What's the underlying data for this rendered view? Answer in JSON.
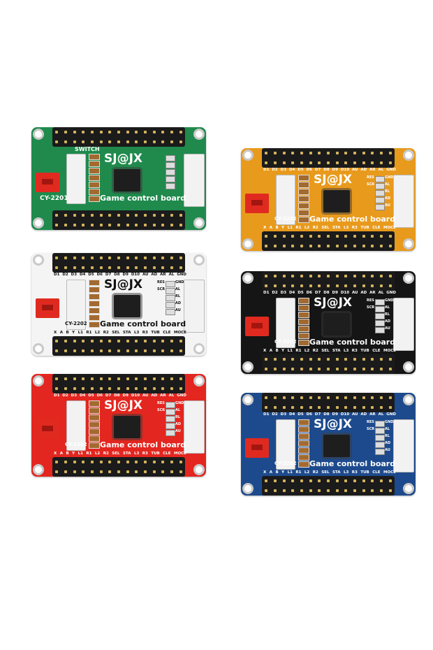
{
  "boards": [
    {
      "color": "green",
      "hex": "#1f8a4c",
      "text": "#ffffff",
      "model": "CY-2201",
      "brand": "SJ@JX",
      "title": "Game control board",
      "switch_label": "SWITCH",
      "labels": false
    },
    {
      "color": "orange",
      "hex": "#e89a1c",
      "text": "#ffffff",
      "model": "CY-2202",
      "brand": "SJ@JX",
      "title": "Game control board",
      "labels": true
    },
    {
      "color": "white",
      "hex": "#f4f4f4",
      "text": "#111111",
      "model": "CY-2202",
      "brand": "SJ@JX",
      "title": "Game control board",
      "labels": true
    },
    {
      "color": "black",
      "hex": "#151515",
      "text": "#ffffff",
      "model": "CY-2202",
      "brand": "SJ@JX",
      "title": "Game control board",
      "labels": true
    },
    {
      "color": "red",
      "hex": "#e3261f",
      "text": "#ffffff",
      "model": "CY-2202",
      "brand": "SJ@JX",
      "title": "Game control board",
      "labels": true
    },
    {
      "color": "blue",
      "hex": "#1d4a8c",
      "text": "#ffffff",
      "model": "CY-2202",
      "brand": "SJ@JX",
      "title": "Game control board",
      "labels": true
    }
  ],
  "top_pins": [
    "D1",
    "D2",
    "D3",
    "D4",
    "D5",
    "D6",
    "D7",
    "D8",
    "D9",
    "D10",
    "AU",
    "AD",
    "AR",
    "AL",
    "GND"
  ],
  "bottom_pins": [
    "X",
    "A",
    "B",
    "Y",
    "L1",
    "R1",
    "L2",
    "R2",
    "SEL",
    "STA",
    "L3",
    "R3",
    "TUB",
    "CLE",
    "MOCE"
  ],
  "side_labels": [
    "RES",
    "SCR",
    "GND",
    "AL",
    "RL",
    "AD",
    "AU"
  ]
}
